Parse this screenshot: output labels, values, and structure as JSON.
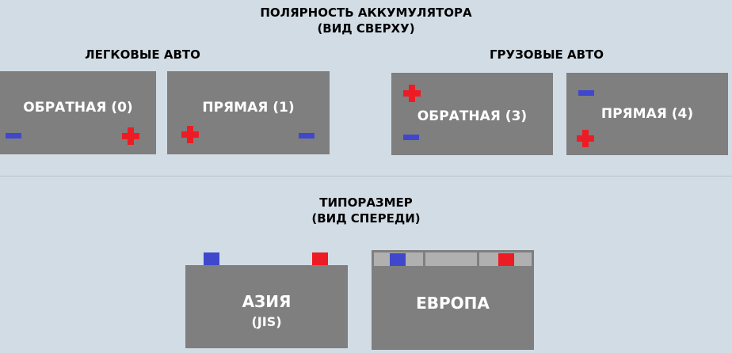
{
  "polarity": {
    "title_line1": "ПОЛЯРНОСТЬ АККУМУЛЯТОРА",
    "title_line2": "(ВИД СВЕРХУ)",
    "cars": {
      "heading": "ЛЕГКОВЫЕ АВТО",
      "reverse": "ОБРАТНАЯ (0)",
      "direct": "ПРЯМАЯ  (1)"
    },
    "trucks": {
      "heading": "ГРУЗОВЫЕ АВТО",
      "reverse": "ОБРАТНАЯ (3)",
      "direct": "ПРЯМАЯ (4)"
    }
  },
  "size": {
    "title_line1": "ТИПОРАЗМЕР",
    "title_line2": "(ВИД СПЕРЕДИ)",
    "asia": {
      "label": "АЗИЯ",
      "sub": "(JIS)"
    },
    "europe": {
      "label": "ЕВРОПА"
    }
  },
  "colors": {
    "positive": "#ed1c24",
    "negative": "#3f48cc",
    "battery": "#7f7f7f"
  }
}
